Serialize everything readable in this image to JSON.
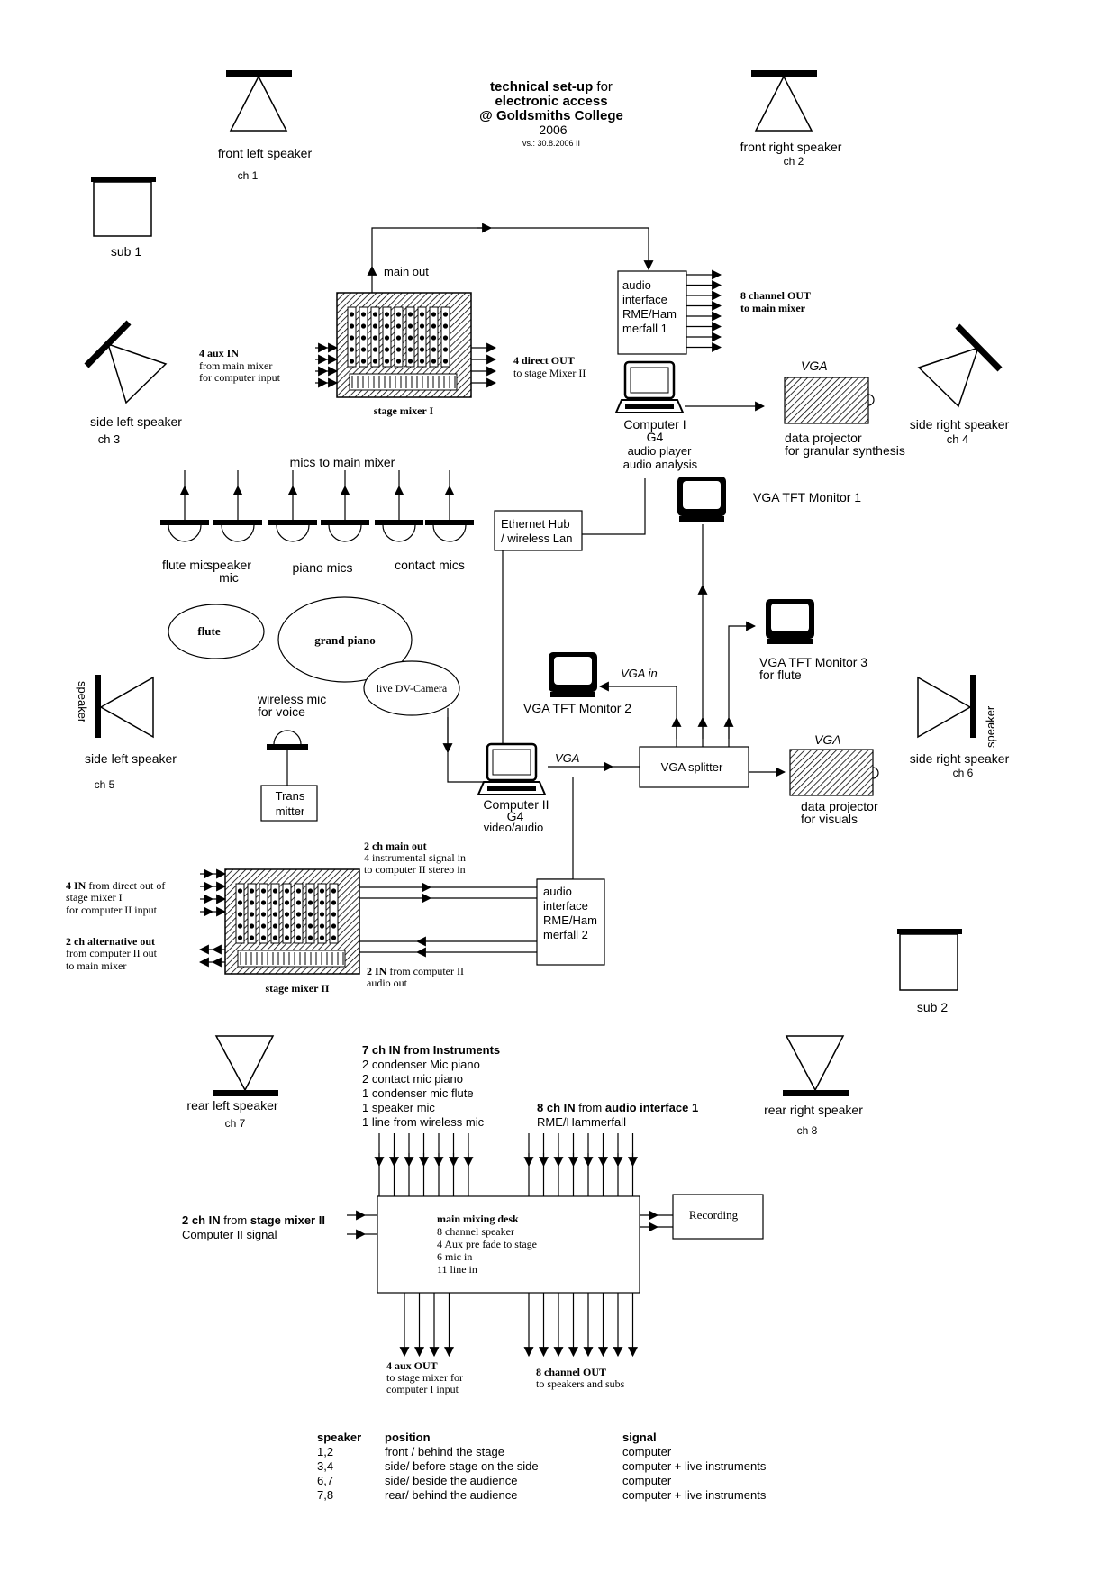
{
  "title": {
    "line1a": "technical set-up",
    "line1b": " for",
    "line2": "electronic access",
    "line3": "@ Goldsmiths College",
    "line4": "2006",
    "version": "vs.: 30.8.2006 II"
  },
  "speakers": {
    "front_left": "front left speaker",
    "ch1": "ch 1",
    "front_right": "front right speaker",
    "ch2": "ch 2",
    "sub1": "sub 1",
    "sub2": "sub 2",
    "side_left_a": "side left speaker",
    "ch3": "ch 3",
    "side_right_a": "side right speaker",
    "ch4": "ch 4",
    "side_left_b": "side left speaker",
    "ch5": "ch 5",
    "side_right_b": "side right speaker",
    "ch6": "ch 6",
    "rotated_word": "speaker",
    "rear_left": "rear left speaker",
    "ch7": "ch 7",
    "rear_right": "rear right speaker",
    "ch8": "ch 8"
  },
  "stage_mixer_1": {
    "label": "stage mixer I",
    "main_out": "main out",
    "aux_in_title": "4 aux IN",
    "aux_in_l1": "from main mixer",
    "aux_in_l2": "for computer input",
    "direct_out_title": "4 direct OUT",
    "direct_out_l1": "to stage Mixer II"
  },
  "audio_interface_1": {
    "lines": [
      "audio",
      "interface",
      "RME/Ham",
      "merfall  1"
    ],
    "out_title": "8 channel OUT",
    "out_l1": "to main mixer"
  },
  "computer_1": {
    "l1": "Computer I",
    "l2": "G4",
    "l3": "audio player",
    "l4": "audio analysis"
  },
  "projector_1": {
    "vga": "VGA",
    "l1": "data projector",
    "l2": "for granular synthesis"
  },
  "mics": {
    "title": "mics to main mixer",
    "flute_mic": "flute mic",
    "speaker_mic_l1": "speaker",
    "speaker_mic_l2": "mic",
    "piano_mics": "piano mics",
    "contact_mics": "contact mics"
  },
  "ethernet_hub": {
    "l1": "Ethernet Hub",
    "l2": "/ wireless Lan"
  },
  "monitors": {
    "m1": "VGA TFT Monitor 1",
    "m2": "VGA TFT Monitor 2",
    "m2_in": "VGA in",
    "m3_l1": "VGA TFT Monitor 3",
    "m3_l2": "for flute"
  },
  "stage": {
    "flute": "flute",
    "grand_piano": "grand piano",
    "camera": "live DV-Camera",
    "wireless_l1": "wireless mic",
    "wireless_l2": "for voice",
    "trans_l1": "Trans",
    "trans_l2": "mitter"
  },
  "computer_2": {
    "l1": "Computer II",
    "l2": "G4",
    "l3": "video/audio",
    "vga": "VGA"
  },
  "vga_splitter": "VGA splitter",
  "projector_2": {
    "vga": "VGA",
    "l1": "data projector",
    "l2": "for visuals"
  },
  "stage_mixer_2": {
    "label": "stage mixer II",
    "in_title": "4  IN",
    "in_l1": " from direct out of",
    "in_l2": "stage mixer I",
    "in_l3": "for computer II input",
    "alt_title": "2 ch alternative out",
    "alt_l1": "from computer II out",
    "alt_l2": "to main mixer",
    "main_out_title": "2 ch main out",
    "main_out_l1": "4 instrumental signal in",
    "main_out_l2": "to computer II stereo in",
    "in2_title": "2 IN",
    "in2_l1": " from computer II",
    "in2_l2": "audio out"
  },
  "audio_interface_2": {
    "lines": [
      "audio",
      "interface",
      "RME/Ham",
      "merfall  2"
    ]
  },
  "instruments_in": {
    "title": "7 ch IN from Instruments",
    "lines": [
      "2 condenser Mic piano",
      "2 contact mic piano",
      "1 condenser mic flute",
      "1 speaker mic",
      "1 line from wireless mic"
    ]
  },
  "interface_in": {
    "title_bold": "8 ch IN",
    "title_rest": " from ",
    "title_bold2": "audio interface 1",
    "l1": "RME/Hammerfall"
  },
  "stage_in": {
    "title_bold": "2 ch IN",
    "title_rest": " from ",
    "title_bold2": "stage mixer II",
    "l1": "Computer II signal"
  },
  "main_desk": {
    "title": "main mixing desk",
    "lines": [
      " 8 channel speaker",
      "4 Aux pre fade to stage",
      "6 mic in",
      "11 line in"
    ]
  },
  "recording": "Recording",
  "aux_out": {
    "title": "4 aux OUT",
    "l1": "to stage mixer for",
    "l2": "computer I input"
  },
  "channel_out": {
    "title": "8 channel OUT",
    "l1": "to speakers and subs"
  },
  "legend": {
    "headers": [
      "speaker",
      "position",
      "signal"
    ],
    "rows": [
      [
        "1,2",
        "front / behind the stage",
        "computer"
      ],
      [
        "3,4",
        "side/ before stage on the side",
        "computer + live instruments"
      ],
      [
        "6,7",
        "side/ beside the audience",
        "computer"
      ],
      [
        "7,8",
        "rear/ behind the audience",
        "computer + live instruments"
      ]
    ]
  }
}
